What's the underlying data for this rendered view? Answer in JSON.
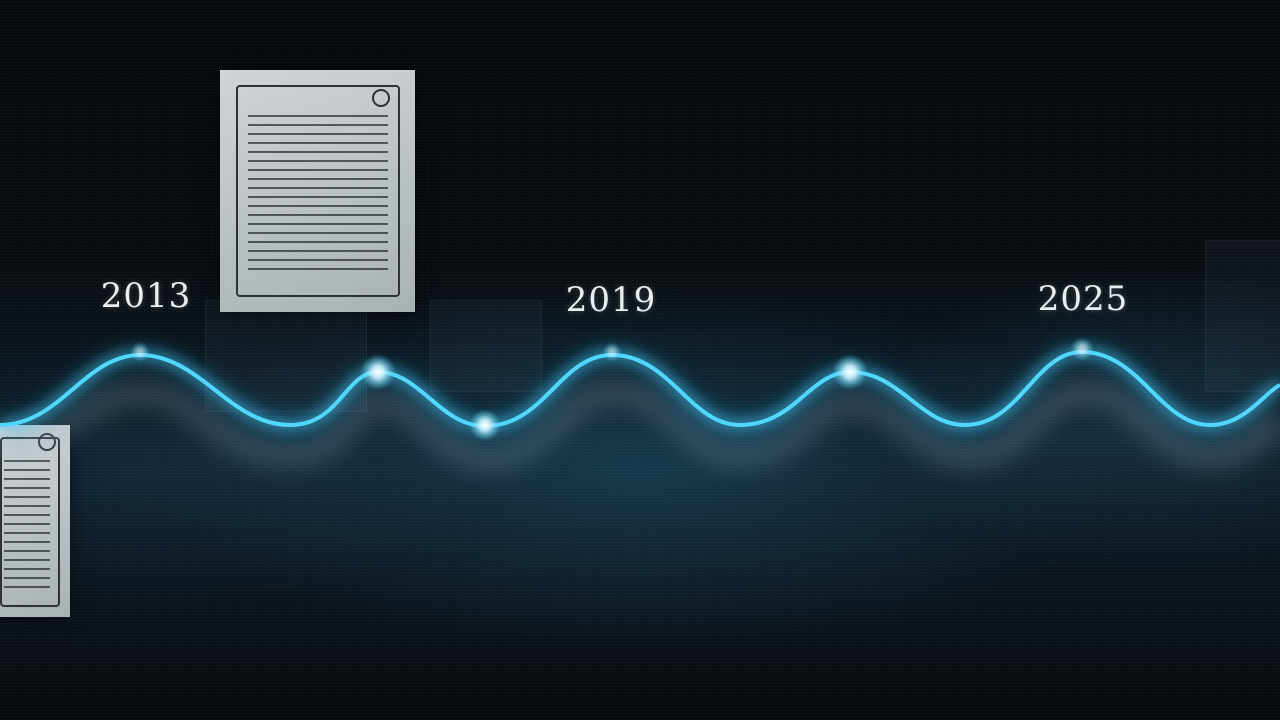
{
  "timeline": {
    "years": [
      {
        "label": "2013"
      },
      {
        "label": "2019"
      },
      {
        "label": "2025"
      }
    ]
  },
  "colors": {
    "wave": "#37c8f0",
    "wave_glow": "#1fa6dc",
    "background": "#05080b",
    "paper": "#c6ccd0"
  },
  "icons": [
    "document-icon",
    "document-icon"
  ]
}
